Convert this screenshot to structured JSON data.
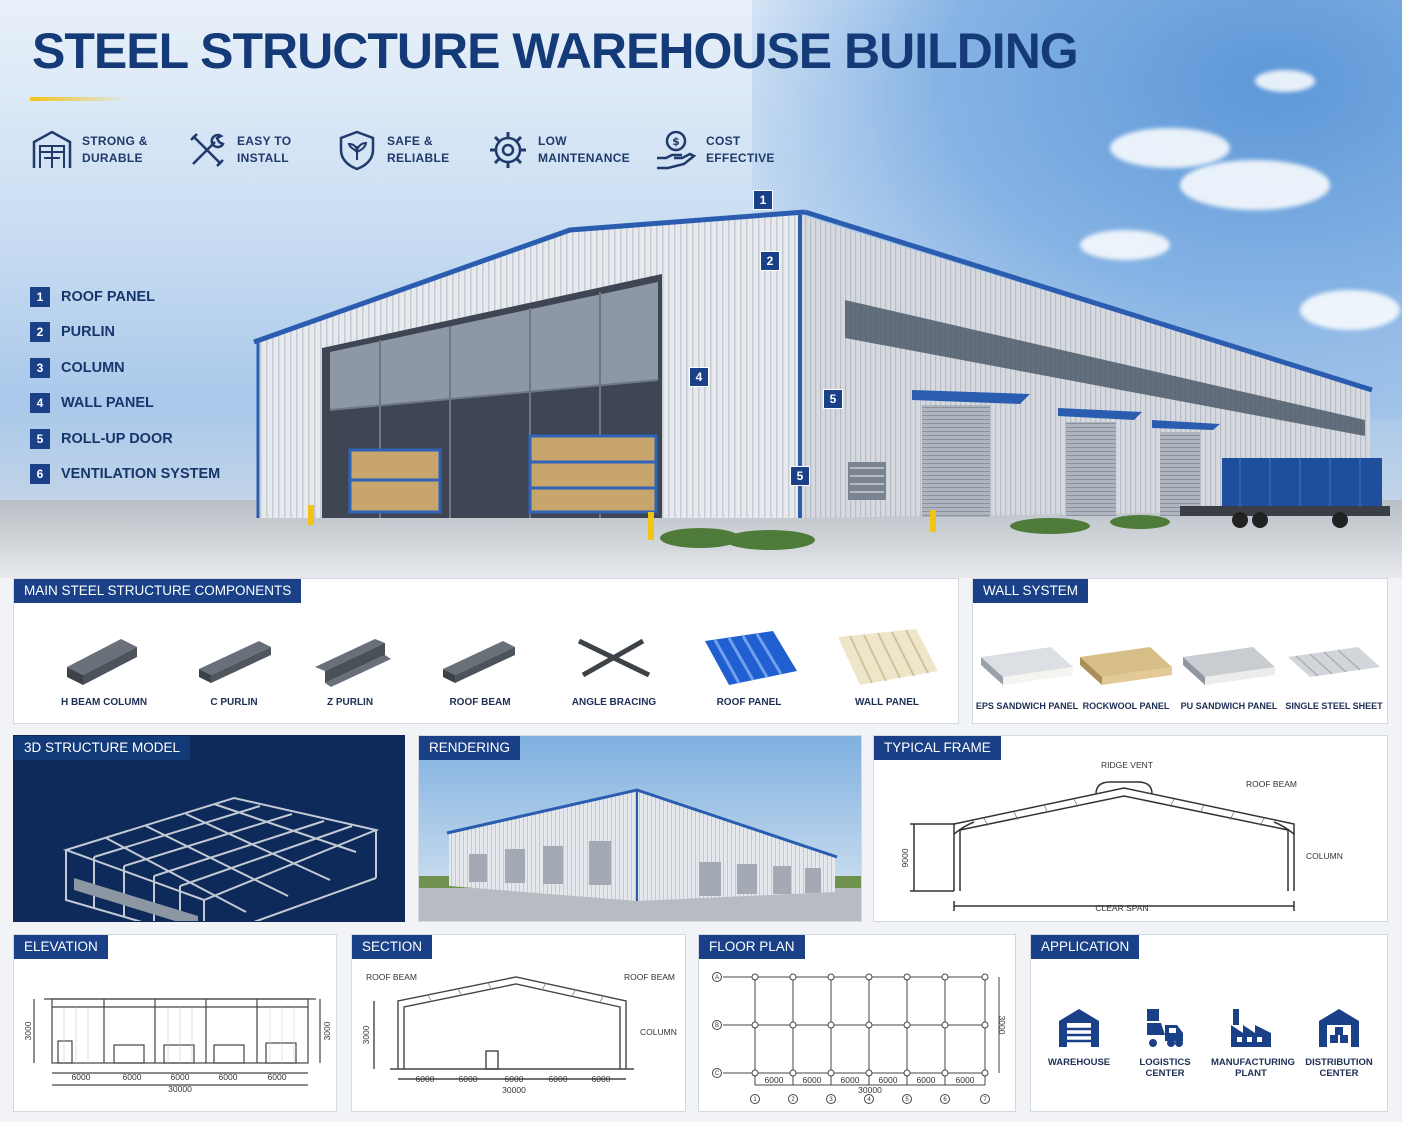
{
  "hero": {
    "title": "STEEL STRUCTURE WAREHOUSE BUILDING",
    "features": [
      {
        "line1": "STRONG &",
        "line2": "DURABLE",
        "icon": "building-icon"
      },
      {
        "line1": "EASY TO",
        "line2": "INSTALL",
        "icon": "tools-icon"
      },
      {
        "line1": "SAFE &",
        "line2": "RELIABLE",
        "icon": "shield-icon"
      },
      {
        "line1": "LOW",
        "line2": "MAINTENANCE",
        "icon": "gear-icon"
      },
      {
        "line1": "COST",
        "line2": "EFFECTIVE",
        "icon": "money-hand-icon"
      }
    ],
    "legend": [
      {
        "num": "1",
        "name": "ROOF PANEL"
      },
      {
        "num": "2",
        "name": "PURLIN"
      },
      {
        "num": "3",
        "name": "COLUMN"
      },
      {
        "num": "4",
        "name": "WALL PANEL"
      },
      {
        "num": "5",
        "name": "ROLL-UP DOOR"
      },
      {
        "num": "6",
        "name": "VENTILATION SYSTEM"
      }
    ],
    "markers": [
      "1",
      "2",
      "4",
      "5",
      "5"
    ]
  },
  "components": {
    "title": "MAIN STEEL STRUCTURE COMPONENTS",
    "items": [
      "H BEAM COLUMN",
      "C PURLIN",
      "Z PURLIN",
      "ROOF BEAM",
      "ANGLE BRACING",
      "ROOF PANEL",
      "WALL PANEL"
    ]
  },
  "wall_system": {
    "title": "WALL SYSTEM",
    "items": [
      "EPS SANDWICH PANEL",
      "ROCKWOOL PANEL",
      "PU SANDWICH PANEL",
      "SINGLE STEEL SHEET"
    ]
  },
  "model": {
    "title": "3D STRUCTURE MODEL"
  },
  "rendering": {
    "title": "RENDERING"
  },
  "typical_frame": {
    "title": "TYPICAL FRAME",
    "labels": {
      "ridge": "RIDGE VENT",
      "beam": "ROOF BEAM",
      "column": "COLUMN",
      "span": "CLEAR SPAN",
      "height": "9000"
    }
  },
  "elevation": {
    "title": "ELEVATION",
    "dims": [
      "6000",
      "6000",
      "6000",
      "6000",
      "6000"
    ],
    "total": "30000",
    "height": "3000"
  },
  "section": {
    "title": "SECTION",
    "labels": {
      "beam_left": "ROOF BEAM",
      "beam_right": "ROOF BEAM",
      "column": "COLUMN",
      "height": "3000"
    },
    "dims": [
      "6000",
      "6000",
      "6000",
      "6000",
      "6000"
    ],
    "total": "30000"
  },
  "floor_plan": {
    "title": "FLOOR PLAN",
    "dims": [
      "6000",
      "6000",
      "6000",
      "6000",
      "6000",
      "6000"
    ],
    "total": "30000",
    "height": "3000",
    "rows": [
      "A",
      "B",
      "C"
    ],
    "cols": [
      "1",
      "2",
      "3",
      "4",
      "5",
      "6",
      "7"
    ]
  },
  "application": {
    "title": "APPLICATION",
    "items": [
      {
        "line1": "WAREHOUSE",
        "line2": ""
      },
      {
        "line1": "LOGISTICS",
        "line2": "CENTER"
      },
      {
        "line1": "MANUFACTURING",
        "line2": "PLANT"
      },
      {
        "line1": "DISTRIBUTION",
        "line2": "CENTER"
      }
    ]
  },
  "colors": {
    "navy": "#1a4187",
    "title": "#153a78",
    "accent": "#f2c415"
  }
}
